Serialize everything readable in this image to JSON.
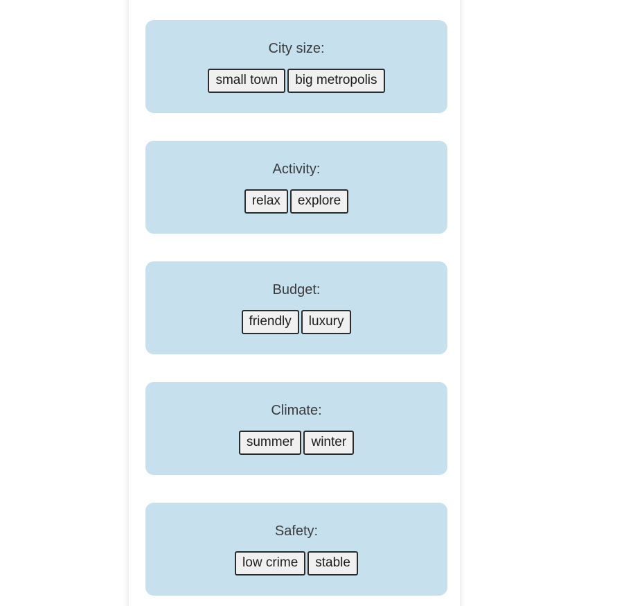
{
  "page": {
    "background": "#ffffff",
    "panel_background": "#ffffff"
  },
  "colors": {
    "card_background": "#c7e0ed",
    "button_background": "#f0f0f0",
    "button_border": "#2b2b2b",
    "button_text": "#1c1c1c",
    "label_text": "#3a3a3a"
  },
  "cards": [
    {
      "label": "City size:",
      "options": [
        "small town",
        "big metropolis"
      ]
    },
    {
      "label": "Activity:",
      "options": [
        "relax",
        "explore"
      ]
    },
    {
      "label": "Budget:",
      "options": [
        "friendly",
        "luxury"
      ]
    },
    {
      "label": "Climate:",
      "options": [
        "summer",
        "winter"
      ]
    },
    {
      "label": "Safety:",
      "options": [
        "low crime",
        "stable"
      ]
    }
  ]
}
